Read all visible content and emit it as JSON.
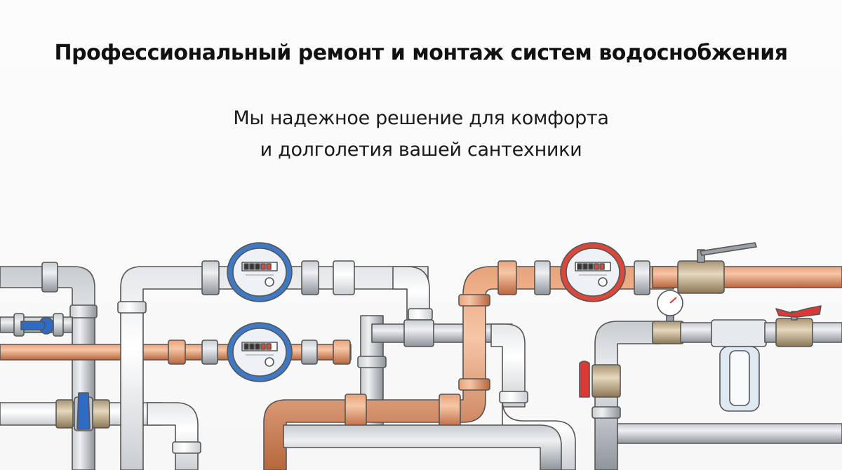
{
  "header": {
    "title": "Профессиональный ремонт и монтаж систем водоснобжения",
    "subtitle_line1": "Мы надежное решение для комфорта",
    "subtitle_line2": "и долголетия вашей сантехники"
  },
  "illustration": {
    "colors": {
      "gray_pipe": "#9aa1a8",
      "white_pipe": "#e9ebee",
      "copper_pipe": "#d98a5e",
      "blue_meter_ring": "#3f78c4",
      "red_meter_ring": "#d9483b",
      "blue_handle": "#2f6bc4",
      "red_handle": "#d93a35",
      "brass": "#b9a27a"
    },
    "icons": [
      "blue-water-meter-icon",
      "red-water-meter-icon",
      "pressure-gauge-icon",
      "water-filter-icon",
      "ball-valve-icon"
    ]
  }
}
